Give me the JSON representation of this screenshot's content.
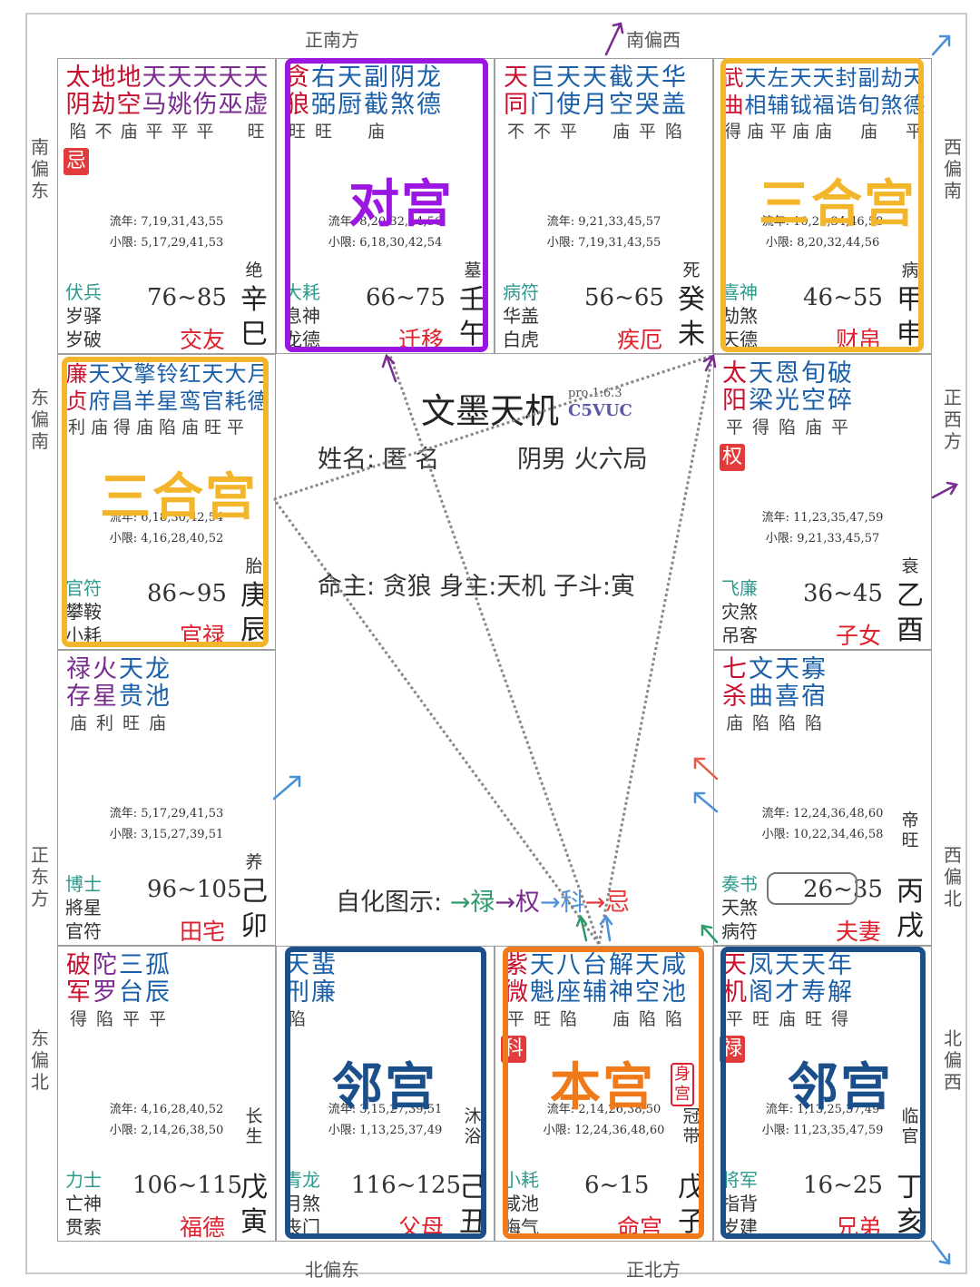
{
  "directions": {
    "top_center": "正南方",
    "top_right": "南偏西",
    "left_1": "南偏东",
    "left_2": "东偏南",
    "left_3": "正东方",
    "left_4": "东偏北",
    "right_1": "西偏南",
    "right_2": "正西方",
    "right_3": "西偏北",
    "right_4": "北偏西",
    "bottom_left": "北偏东",
    "bottom_center": "正北方"
  },
  "colors": {
    "red": "#c8102e",
    "blue": "#1a5fa8",
    "purple": "#7a2b8f",
    "green": "#2e9a8e",
    "mahu_blue": "#1b4f8a",
    "orange": "#f07a1a",
    "yellow": "#f3b52a",
    "violet": "#9b16e0"
  },
  "cells": [
    {
      "id": "si",
      "stars": [
        [
          "太",
          "陷",
          "r"
        ],
        [
          "地",
          "不",
          "r"
        ],
        [
          "地",
          "庙",
          "r"
        ],
        [
          "天",
          "平",
          "p"
        ],
        [
          "天",
          "平",
          "p"
        ],
        [
          "天",
          "平",
          "p"
        ],
        [
          "天",
          "",
          " p"
        ],
        [
          "天",
          "旺",
          "p"
        ]
      ],
      "stars_line2": [
        "阴",
        "劫",
        "空",
        "马",
        "姚",
        "伤",
        "巫",
        "虚"
      ],
      "sihua": "忌",
      "ln": "流年: 7,19,31,43,55",
      "xx": "小限: 5,17,29,41,53",
      "g1": "伏兵",
      "g2": "岁驿",
      "g3": "岁破",
      "range": "76~85",
      "palace": "交友",
      "state": "绝",
      "gan": "辛",
      "zhi": "巳"
    },
    {
      "id": "wu",
      "stars_line1": [
        "贪",
        "右",
        "天",
        "副",
        "阴",
        "龙"
      ],
      "stars_line2": [
        "狼",
        "弼",
        "厨",
        "截",
        "煞",
        "德"
      ],
      "brightness": [
        "旺",
        "旺",
        "",
        "庙",
        "",
        ""
      ],
      "ln": "流年: 8,20,32,44,56",
      "xx": "小限: 6,18,30,42,54",
      "g1": "大耗",
      "g2": "息神",
      "g3": "龙德",
      "range": "66~75",
      "palace": "迁移",
      "state": "墓",
      "gan": "壬",
      "zhi": "午"
    },
    {
      "id": "wei",
      "stars_line1": [
        "天",
        "巨",
        "天",
        "天",
        "截",
        "天",
        "华"
      ],
      "stars_line2": [
        "同",
        "门",
        "使",
        "月",
        "空",
        "哭",
        "盖"
      ],
      "brightness": [
        "不",
        "不",
        "平",
        "",
        "庙",
        "平",
        "陷"
      ],
      "ln": "流年: 9,21,33,45,57",
      "xx": "小限: 7,19,31,43,55",
      "g1": "病符",
      "g2": "华盖",
      "g3": "白虎",
      "range": "56~65",
      "palace": "疾厄",
      "state": "死",
      "gan": "癸",
      "zhi": "未"
    },
    {
      "id": "shen",
      "stars_line1": [
        "武",
        "天",
        "左",
        "天",
        "天",
        "封",
        "副",
        "劫",
        "天"
      ],
      "stars_line2": [
        "曲",
        "相",
        "辅",
        "钺",
        "福",
        "诰",
        "旬",
        "煞",
        "德"
      ],
      "brightness": [
        "得",
        "庙",
        "平",
        "庙",
        "庙",
        "",
        "庙",
        "",
        "平"
      ],
      "ln": "流年: 10,22,34,46,58",
      "xx": "小限: 8,20,32,44,56",
      "g1": "喜神",
      "g2": "劫煞",
      "g3": "天德",
      "range": "46~55",
      "palace": "财帛",
      "state": "病",
      "gan": "甲",
      "zhi": "申"
    },
    {
      "id": "chen",
      "stars_line1": [
        "廉",
        "天",
        "文",
        "擎",
        "铃",
        "红",
        "天",
        "大",
        "月"
      ],
      "stars_line2": [
        "贞",
        "府",
        "昌",
        "羊",
        "星",
        "鸾",
        "官",
        "耗",
        "德"
      ],
      "brightness": [
        "利",
        "庙",
        "得",
        "庙",
        "陷",
        "庙",
        "旺",
        "平",
        ""
      ],
      "ln": "流年: 6,18,30,42,54",
      "xx": "小限: 4,16,28,40,52",
      "g1": "官符",
      "g2": "攀鞍",
      "g3": "小耗",
      "range": "86~95",
      "palace": "官禄",
      "state": "胎",
      "gan": "庚",
      "zhi": "辰"
    },
    {
      "id": "you",
      "stars_line1": [
        "太",
        "天",
        "恩",
        "旬",
        "破"
      ],
      "stars_line2": [
        "阳",
        "梁",
        "光",
        "空",
        "碎"
      ],
      "brightness": [
        "平",
        "得",
        "陷",
        "庙",
        "平"
      ],
      "sihua": "权",
      "ln": "流年: 11,23,35,47,59",
      "xx": "小限: 9,21,33,45,57",
      "g1": "飞廉",
      "g2": "灾煞",
      "g3": "吊客",
      "range": "36~45",
      "palace": "子女",
      "state": "衰",
      "gan": "乙",
      "zhi": "酉"
    },
    {
      "id": "mao",
      "stars_line1": [
        "禄",
        "火",
        "天",
        "龙"
      ],
      "stars_line2": [
        "存",
        "星",
        "贵",
        "池"
      ],
      "brightness": [
        "庙",
        "利",
        "旺",
        "庙"
      ],
      "ln": "流年: 5,17,29,41,53",
      "xx": "小限: 3,15,27,39,51",
      "g1": "博士",
      "g2": "將星",
      "g3": "官符",
      "range": "96~105",
      "palace": "田宅",
      "state": "养",
      "gan": "己",
      "zhi": "卯"
    },
    {
      "id": "xu",
      "stars_line1": [
        "七",
        "文",
        "天",
        "寡"
      ],
      "stars_line2": [
        "杀",
        "曲",
        "喜",
        "宿"
      ],
      "brightness": [
        "庙",
        "陷",
        "陷",
        "陷"
      ],
      "ln": "流年: 12,24,36,48,60",
      "xx": "小限: 10,22,34,46,58",
      "g1": "奏书",
      "g2": "天煞",
      "g3": "病符",
      "range": "26~35",
      "palace": "夫妻",
      "state": "帝旺",
      "gan": "丙",
      "zhi": "戌"
    },
    {
      "id": "yin",
      "stars_line1": [
        "破",
        "陀",
        "三",
        "孤"
      ],
      "stars_line2": [
        "军",
        "罗",
        "台",
        "辰"
      ],
      "brightness": [
        "得",
        "陷",
        "平",
        "平"
      ],
      "ln": "流年: 4,16,28,40,52",
      "xx": "小限: 2,14,26,38,50",
      "g1": "力士",
      "g2": "亡神",
      "g3": "贯索",
      "range": "106~115",
      "palace": "福德",
      "state": "长生",
      "gan": "戊",
      "zhi": "寅"
    },
    {
      "id": "chou",
      "stars_line1": [
        "天",
        "蜚"
      ],
      "stars_line2": [
        "刑",
        "廉"
      ],
      "brightness": [
        "陷",
        ""
      ],
      "ln": "流年: 3,15,27,39,51",
      "xx": "小限: 1,13,25,37,49",
      "g1": "青龙",
      "g2": "月煞",
      "g3": "丧门",
      "range": "116~125",
      "palace": "父母",
      "state": "沐浴",
      "gan": "己",
      "zhi": "丑"
    },
    {
      "id": "zi",
      "stars_line1": [
        "紫",
        "天",
        "八",
        "台",
        "解",
        "天",
        "咸"
      ],
      "stars_line2": [
        "微",
        "魁",
        "座",
        "辅",
        "神",
        "空",
        "池"
      ],
      "brightness": [
        "平",
        "旺",
        "陷",
        "",
        "庙",
        "陷",
        "陷"
      ],
      "sihua": "科",
      "shen": "身宫",
      "ln": "流年: 2,14,26,38,50",
      "xx": "小限: 12,24,36,48,60",
      "g1": "小耗",
      "g2": "咸池",
      "g3": "晦气",
      "range": "6~15",
      "palace": "命宫",
      "state": "冠带",
      "gan": "戊",
      "zhi": "子"
    },
    {
      "id": "hai",
      "stars_line1": [
        "天",
        "凤",
        "天",
        "天",
        "年"
      ],
      "stars_line2": [
        "机",
        "阁",
        "才",
        "寿",
        "解"
      ],
      "brightness": [
        "平",
        "旺",
        "庙",
        "旺",
        "得"
      ],
      "sihua": "禄",
      "ln": "流年: 1,13,25,37,49",
      "xx": "小限: 11,23,35,47,59",
      "g1": "将军",
      "g2": "指背",
      "g3": "岁建",
      "range": "16~25",
      "palace": "兄弟",
      "state": "临官",
      "gan": "丁",
      "zhi": "亥"
    }
  ],
  "highlights": {
    "duigong": "对宫",
    "sanhe1": "三合宫",
    "sanhe2": "三合宫",
    "lingong1": "邻宫",
    "lingong2": "邻宫",
    "bengong": "本宫"
  },
  "center": {
    "app": "文墨天机",
    "ver": "pro 1.6.3",
    "code": "C5VUC",
    "name": "姓名: 匿 名",
    "gender": "阴男 火六局",
    "master": "命主: 贪狼 身主:天机  子斗:寅",
    "legend_label": "自化图示: ",
    "lg1": "→禄",
    "lg2": "→权",
    "lg3": "→科",
    "lg4": "→忌"
  }
}
